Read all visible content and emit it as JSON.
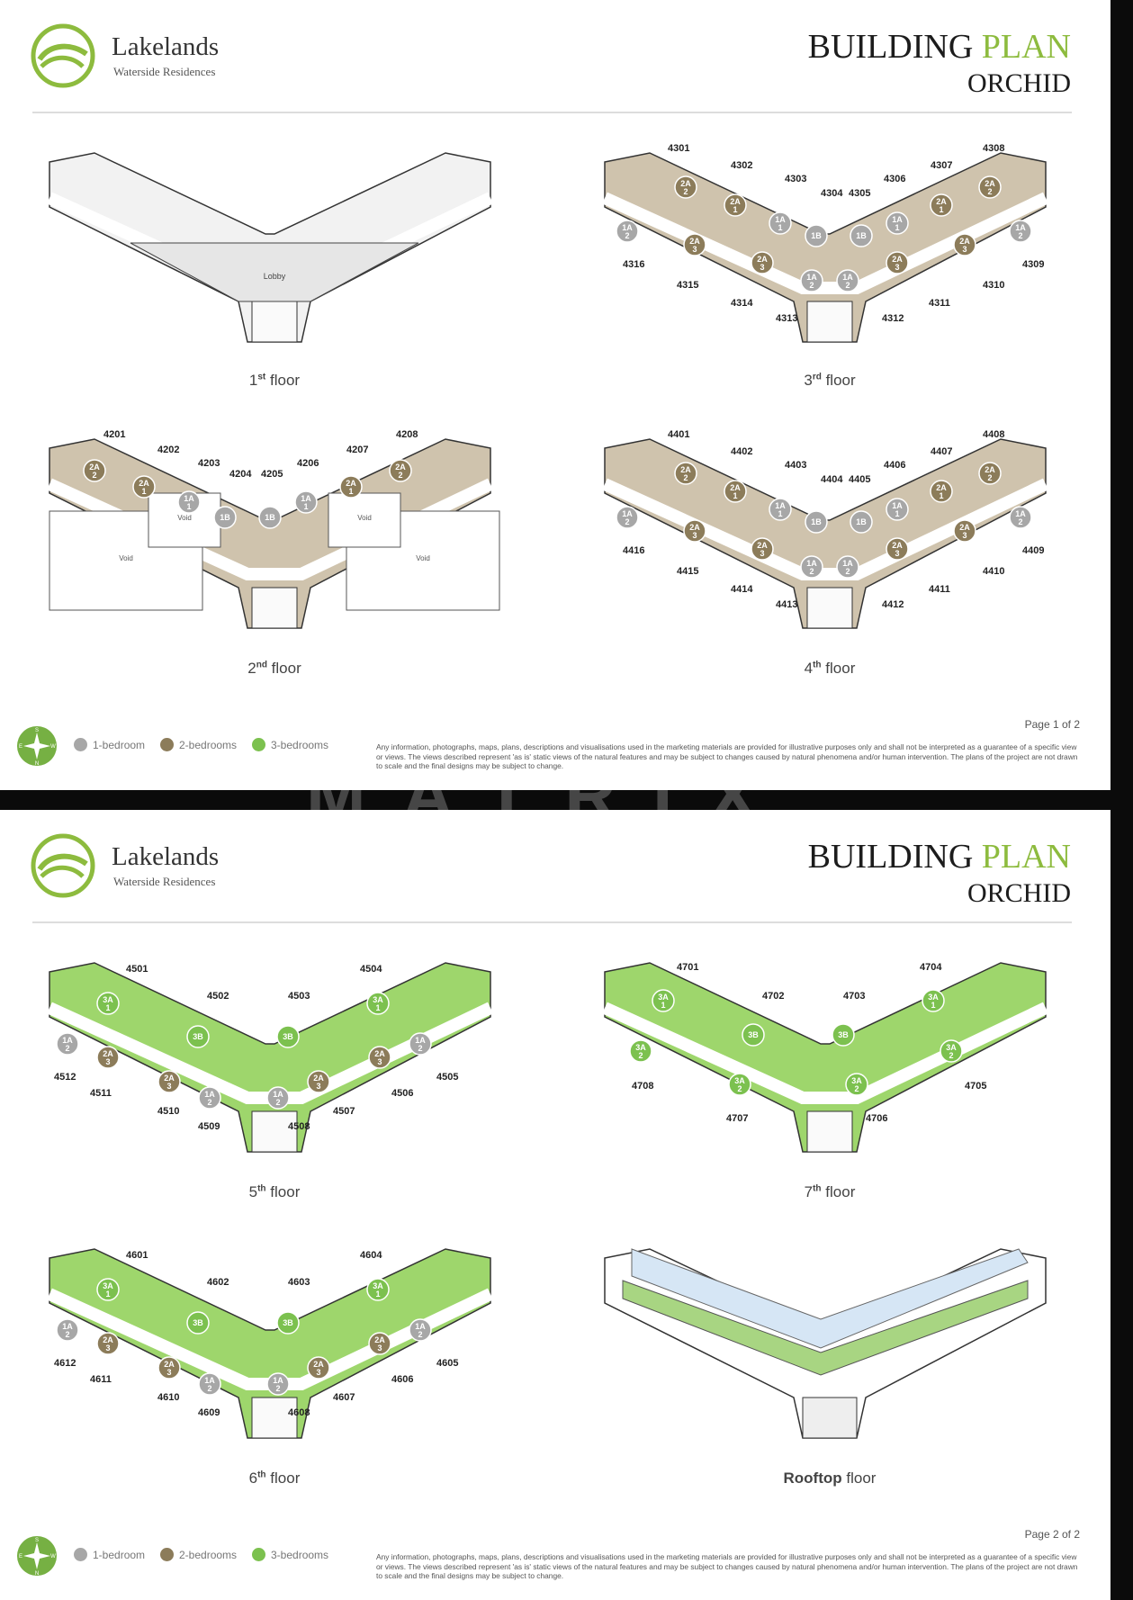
{
  "brand": {
    "name": "Lakelands",
    "tagline": "Waterside Residences"
  },
  "header": {
    "title_part1": "BUILDING",
    "title_part2": "PLAN",
    "subtitle": "ORCHID"
  },
  "colors": {
    "one_bed": "#a7a7a7",
    "two_bed": "#8c7c5a",
    "three_bed": "#7cc14f",
    "brand_green": "#8dbb3e"
  },
  "legend": {
    "one_bed": "1-bedroom",
    "two_bed": "2-bedrooms",
    "three_bed": "3-bedrooms",
    "compass": {
      "n": "N",
      "s": "S",
      "e": "E",
      "w": "W"
    }
  },
  "disclaimer": "Any information, photographs, maps, plans, descriptions and visualisations used in the marketing materials are provided for illustrative purposes only and shall not be interpreted as a guarantee of a specific view or views. The views described represent 'as is' static views of the natural features and may be subject to changes caused by natural phenomena and/or human intervention. The plans of the project are not drawn to scale and the final designs may be subject to change.",
  "watermark": "MATRIX",
  "pages": [
    {
      "page_number": "Page 1 of 2",
      "floors": [
        {
          "label_num": "1",
          "label_sup": "st",
          "label_word": "floor",
          "plan_type": "lobby",
          "lobby_label": "Lobby",
          "units": [],
          "badges": []
        },
        {
          "label_num": "3",
          "label_sup": "rd",
          "label_word": "floor",
          "plan_type": "residential",
          "units": [
            "4301",
            "4302",
            "4303",
            "4304",
            "4305",
            "4306",
            "4307",
            "4308",
            "4309",
            "4310",
            "4311",
            "4312",
            "4313",
            "4314",
            "4315",
            "4316"
          ],
          "badges": [
            {
              "code": "2A",
              "sub": "2",
              "kind": "two_bed"
            },
            {
              "code": "2A",
              "sub": "1",
              "kind": "two_bed"
            },
            {
              "code": "1A",
              "sub": "1",
              "kind": "one_bed"
            },
            {
              "code": "1B",
              "sub": "",
              "kind": "one_bed"
            },
            {
              "code": "1B",
              "sub": "",
              "kind": "one_bed"
            },
            {
              "code": "1A",
              "sub": "1",
              "kind": "one_bed"
            },
            {
              "code": "2A",
              "sub": "1",
              "kind": "two_bed"
            },
            {
              "code": "2A",
              "sub": "2",
              "kind": "two_bed"
            },
            {
              "code": "1A",
              "sub": "2",
              "kind": "one_bed"
            },
            {
              "code": "2A",
              "sub": "3",
              "kind": "two_bed"
            },
            {
              "code": "2A",
              "sub": "3",
              "kind": "two_bed"
            },
            {
              "code": "1A",
              "sub": "2",
              "kind": "one_bed"
            },
            {
              "code": "1A",
              "sub": "2",
              "kind": "one_bed"
            },
            {
              "code": "2A",
              "sub": "3",
              "kind": "two_bed"
            },
            {
              "code": "2A",
              "sub": "3",
              "kind": "two_bed"
            },
            {
              "code": "1A",
              "sub": "2",
              "kind": "one_bed"
            }
          ]
        },
        {
          "label_num": "2",
          "label_sup": "nd",
          "label_word": "floor",
          "plan_type": "void",
          "void_label": "Void",
          "units": [
            "4201",
            "4202",
            "4203",
            "4204",
            "4205",
            "4206",
            "4207",
            "4208"
          ],
          "badges": [
            {
              "code": "2A",
              "sub": "2",
              "kind": "two_bed"
            },
            {
              "code": "2A",
              "sub": "1",
              "kind": "two_bed"
            },
            {
              "code": "1A",
              "sub": "1",
              "kind": "one_bed"
            },
            {
              "code": "1B",
              "sub": "",
              "kind": "one_bed"
            },
            {
              "code": "1B",
              "sub": "",
              "kind": "one_bed"
            },
            {
              "code": "1A",
              "sub": "1",
              "kind": "one_bed"
            },
            {
              "code": "2A",
              "sub": "1",
              "kind": "two_bed"
            },
            {
              "code": "2A",
              "sub": "2",
              "kind": "two_bed"
            }
          ]
        },
        {
          "label_num": "4",
          "label_sup": "th",
          "label_word": "floor",
          "plan_type": "residential",
          "units": [
            "4401",
            "4402",
            "4403",
            "4404",
            "4405",
            "4406",
            "4407",
            "4408",
            "4409",
            "4410",
            "4411",
            "4412",
            "4413",
            "4414",
            "4415",
            "4416"
          ],
          "badges": [
            {
              "code": "2A",
              "sub": "2",
              "kind": "two_bed"
            },
            {
              "code": "2A",
              "sub": "1",
              "kind": "two_bed"
            },
            {
              "code": "1A",
              "sub": "1",
              "kind": "one_bed"
            },
            {
              "code": "1B",
              "sub": "",
              "kind": "one_bed"
            },
            {
              "code": "1B",
              "sub": "",
              "kind": "one_bed"
            },
            {
              "code": "1A",
              "sub": "1",
              "kind": "one_bed"
            },
            {
              "code": "2A",
              "sub": "1",
              "kind": "two_bed"
            },
            {
              "code": "2A",
              "sub": "2",
              "kind": "two_bed"
            },
            {
              "code": "1A",
              "sub": "2",
              "kind": "one_bed"
            },
            {
              "code": "2A",
              "sub": "3",
              "kind": "two_bed"
            },
            {
              "code": "2A",
              "sub": "3",
              "kind": "two_bed"
            },
            {
              "code": "1A",
              "sub": "2",
              "kind": "one_bed"
            },
            {
              "code": "1A",
              "sub": "2",
              "kind": "one_bed"
            },
            {
              "code": "2A",
              "sub": "3",
              "kind": "two_bed"
            },
            {
              "code": "2A",
              "sub": "3",
              "kind": "two_bed"
            },
            {
              "code": "1A",
              "sub": "2",
              "kind": "one_bed"
            }
          ]
        }
      ]
    },
    {
      "page_number": "Page 2 of 2",
      "floors": [
        {
          "label_num": "5",
          "label_sup": "th",
          "label_word": "floor",
          "plan_type": "green",
          "units": [
            "4501",
            "4502",
            "4503",
            "4504",
            "4505",
            "4506",
            "4507",
            "4508",
            "4509",
            "4510",
            "4511",
            "4512"
          ],
          "badges": [
            {
              "code": "3A",
              "sub": "1",
              "kind": "three_bed"
            },
            {
              "code": "3B",
              "sub": "",
              "kind": "three_bed"
            },
            {
              "code": "3B",
              "sub": "",
              "kind": "three_bed"
            },
            {
              "code": "3A",
              "sub": "1",
              "kind": "three_bed"
            },
            {
              "code": "1A",
              "sub": "2",
              "kind": "one_bed"
            },
            {
              "code": "2A",
              "sub": "3",
              "kind": "two_bed"
            },
            {
              "code": "2A",
              "sub": "3",
              "kind": "two_bed"
            },
            {
              "code": "1A",
              "sub": "2",
              "kind": "one_bed"
            },
            {
              "code": "1A",
              "sub": "2",
              "kind": "one_bed"
            },
            {
              "code": "2A",
              "sub": "3",
              "kind": "two_bed"
            },
            {
              "code": "2A",
              "sub": "3",
              "kind": "two_bed"
            },
            {
              "code": "1A",
              "sub": "2",
              "kind": "one_bed"
            }
          ]
        },
        {
          "label_num": "7",
          "label_sup": "th",
          "label_word": "floor",
          "plan_type": "green7",
          "units": [
            "4701",
            "4702",
            "4703",
            "4704",
            "4705",
            "4706",
            "4707",
            "4708"
          ],
          "badges": [
            {
              "code": "3A",
              "sub": "1",
              "kind": "three_bed"
            },
            {
              "code": "3B",
              "sub": "",
              "kind": "three_bed"
            },
            {
              "code": "3B",
              "sub": "",
              "kind": "three_bed"
            },
            {
              "code": "3A",
              "sub": "1",
              "kind": "three_bed"
            },
            {
              "code": "3A",
              "sub": "2",
              "kind": "three_bed"
            },
            {
              "code": "3A",
              "sub": "2",
              "kind": "three_bed"
            },
            {
              "code": "3A",
              "sub": "2",
              "kind": "three_bed"
            },
            {
              "code": "3A",
              "sub": "2",
              "kind": "three_bed"
            }
          ]
        },
        {
          "label_num": "6",
          "label_sup": "th",
          "label_word": "floor",
          "plan_type": "green",
          "units": [
            "4601",
            "4602",
            "4603",
            "4604",
            "4605",
            "4606",
            "4607",
            "4608",
            "4609",
            "4610",
            "4611",
            "4612"
          ],
          "badges": [
            {
              "code": "3A",
              "sub": "1",
              "kind": "three_bed"
            },
            {
              "code": "3B",
              "sub": "",
              "kind": "three_bed"
            },
            {
              "code": "3B",
              "sub": "",
              "kind": "three_bed"
            },
            {
              "code": "3A",
              "sub": "1",
              "kind": "three_bed"
            },
            {
              "code": "1A",
              "sub": "2",
              "kind": "one_bed"
            },
            {
              "code": "2A",
              "sub": "3",
              "kind": "two_bed"
            },
            {
              "code": "2A",
              "sub": "3",
              "kind": "two_bed"
            },
            {
              "code": "1A",
              "sub": "2",
              "kind": "one_bed"
            },
            {
              "code": "1A",
              "sub": "2",
              "kind": "one_bed"
            },
            {
              "code": "2A",
              "sub": "3",
              "kind": "two_bed"
            },
            {
              "code": "2A",
              "sub": "3",
              "kind": "two_bed"
            },
            {
              "code": "1A",
              "sub": "2",
              "kind": "one_bed"
            }
          ]
        },
        {
          "label_num": "Rooftop",
          "label_sup": "",
          "label_word": "floor",
          "plan_type": "rooftop",
          "units": [],
          "badges": []
        }
      ]
    }
  ]
}
